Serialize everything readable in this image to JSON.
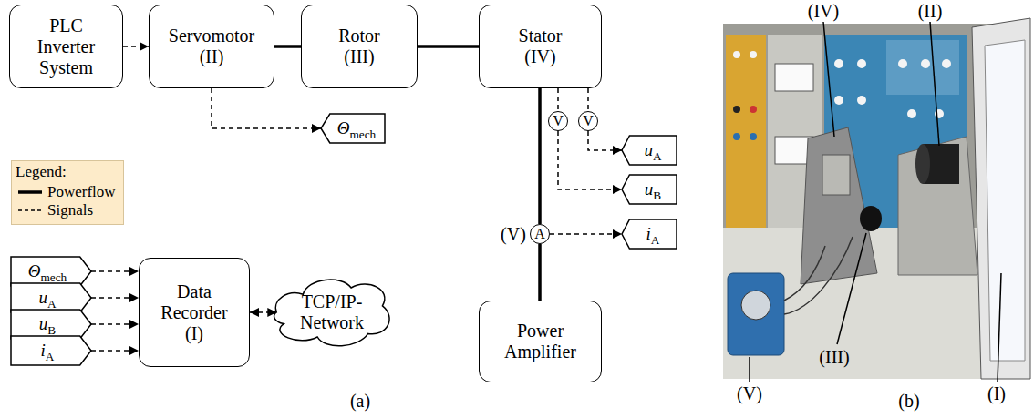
{
  "diagram": {
    "nodes": [
      {
        "text": [
          "PLC Inverter System"
        ]
      },
      {
        "text": [
          "Servomotor (II)"
        ]
      },
      {
        "text": [
          "Rotor (III)"
        ]
      },
      {
        "text": [
          "Stator (IV)"
        ]
      },
      {
        "text": [
          "Θmech"
        ]
      },
      {
        "text": [
          "V"
        ]
      },
      {
        "text": [
          "V"
        ]
      },
      {
        "text": [
          "uA"
        ]
      },
      {
        "text": [
          "uB"
        ]
      },
      {
        "text": [
          "A"
        ]
      },
      {
        "text": [
          "iA"
        ]
      },
      {
        "text": [
          "Θmech"
        ]
      },
      {
        "text": [
          "uA"
        ]
      },
      {
        "text": [
          "uB"
        ]
      },
      {
        "text": [
          "iA"
        ]
      },
      {
        "text": [
          "Data Recorder (I)"
        ]
      },
      {
        "text": [
          "TCP/IP-Network"
        ]
      },
      {
        "text": [
          "Power Amplifier"
        ]
      }
    ],
    "edges": [
      {
        "from": 0,
        "to": 1,
        "arrow": "to"
      },
      {
        "from": 1,
        "to": 2,
        "arrow": "none"
      },
      {
        "from": 2,
        "to": 3,
        "arrow": "none"
      },
      {
        "from": 1,
        "to": 4,
        "arrow": "to"
      },
      {
        "from": 3,
        "to": 5,
        "arrow": "none"
      },
      {
        "from": 3,
        "to": 6,
        "arrow": "none"
      },
      {
        "from": 6,
        "to": 7,
        "arrow": "to"
      },
      {
        "from": 5,
        "to": 8,
        "arrow": "to"
      },
      {
        "from": 3,
        "to": 9,
        "arrow": "none"
      },
      {
        "from": 9,
        "to": 17,
        "arrow": "none"
      },
      {
        "from": 9,
        "to": 10,
        "arrow": "to"
      },
      {
        "from": 11,
        "to": 15,
        "arrow": "to"
      },
      {
        "from": 12,
        "to": 15,
        "arrow": "to"
      },
      {
        "from": 13,
        "to": 15,
        "arrow": "to"
      },
      {
        "from": 14,
        "to": 15,
        "arrow": "to"
      },
      {
        "from": 15,
        "to": 16,
        "arrow": "both"
      }
    ],
    "labels": [
      "Legend:",
      "(V)",
      "(a)",
      "(IV)",
      "(II)",
      "(III)",
      "(V)",
      "(I)",
      "(b)"
    ],
    "legend": [
      {
        "text": "Powerflow"
      },
      {
        "text": "Signals"
      }
    ]
  }
}
